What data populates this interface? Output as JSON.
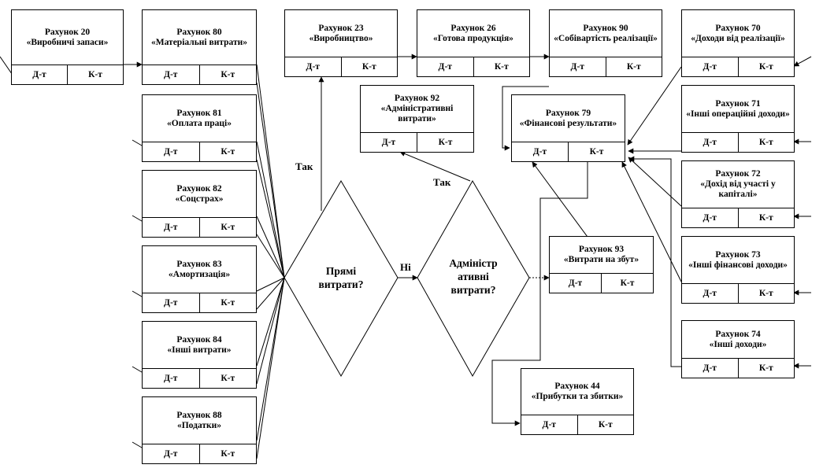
{
  "common": {
    "debit": "Д-т",
    "credit": "К-т"
  },
  "accounts": {
    "a20": {
      "number": "Рахунок 20",
      "name": "«Виробничі запаси»"
    },
    "a80": {
      "number": "Рахунок 80",
      "name": "«Матеріальні витрати»"
    },
    "a81": {
      "number": "Рахунок 81",
      "name": "«Оплата праці»"
    },
    "a82": {
      "number": "Рахунок 82",
      "name": "«Соцстрах»"
    },
    "a83": {
      "number": "Рахунок 83",
      "name": "«Амортизація»"
    },
    "a84": {
      "number": "Рахунок 84",
      "name": "«Інші витрати»"
    },
    "a88": {
      "number": "Рахунок 88",
      "name": "«Податки»"
    },
    "a23": {
      "number": "Рахунок 23",
      "name": "«Виробництво»"
    },
    "a26": {
      "number": "Рахунок 26",
      "name": "«Готова продукція»"
    },
    "a90": {
      "number": "Рахунок 90",
      "name": "«Собівартість реалізації»"
    },
    "a70": {
      "number": "Рахунок 70",
      "name": "«Доходи від реалізації»"
    },
    "a92": {
      "number": "Рахунок 92",
      "name": "«Адміністративні витрати»"
    },
    "a79": {
      "number": "Рахунок 79",
      "name": "«Фінансові результати»"
    },
    "a71": {
      "number": "Рахунок 71",
      "name": "«Інші операційні доходи»"
    },
    "a72": {
      "number": "Рахунок 72",
      "name": "«Дохід від участі у капіталі»"
    },
    "a73": {
      "number": "Рахунок 73",
      "name": "«Інші фінансові доходи»"
    },
    "a74": {
      "number": "Рахунок 74",
      "name": "«Інші доходи»"
    },
    "a93": {
      "number": "Рахунок 93",
      "name": "«Витрати на збут»"
    },
    "a44": {
      "number": "Рахунок 44",
      "name": "«Прибутки та збитки»"
    }
  },
  "decisions": {
    "direct": "Прямі витрати?",
    "admin": "Адміністр ативні витрати?"
  },
  "edge_labels": {
    "yes_direct": "Так",
    "yes_admin": "Так",
    "no_direct": "Ні"
  }
}
